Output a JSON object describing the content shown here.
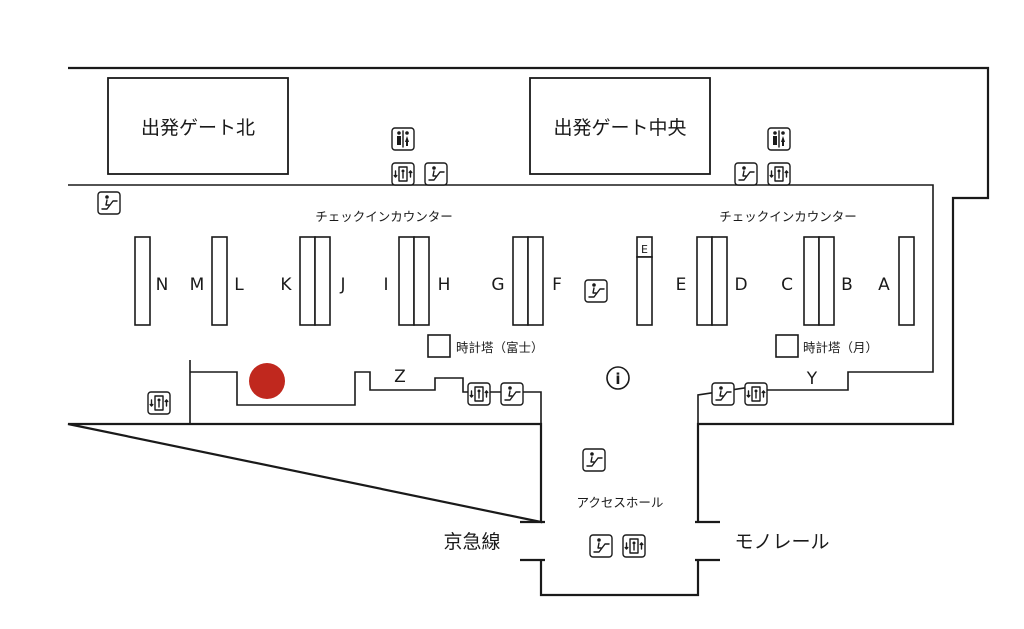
{
  "gates": {
    "north": "出発ゲート北",
    "central": "出発ゲート中央"
  },
  "checkin": {
    "left_title": "チェックインカウンター",
    "right_title": "チェックインカウンター",
    "counters": [
      "N",
      "M",
      "L",
      "K",
      "J",
      "I",
      "H",
      "G",
      "F",
      "E",
      "D",
      "C",
      "B",
      "A"
    ],
    "small_counter": "E",
    "z_counter": "Z",
    "y_counter": "Y"
  },
  "clock_towers": {
    "fuji": "時計塔（富士）",
    "moon": "時計塔（月）"
  },
  "info": "i",
  "access_hall": "アクセスホール",
  "lines": {
    "keikyu": "京急線",
    "monorail": "モノレール"
  },
  "icons": {
    "toilet": "toilet-icon",
    "escalator": "escalator-icon",
    "elevator": "elevator-icon",
    "information": "information-icon"
  },
  "colors": {
    "current_location": "#c0281e",
    "lines": "#1a1a1a"
  }
}
